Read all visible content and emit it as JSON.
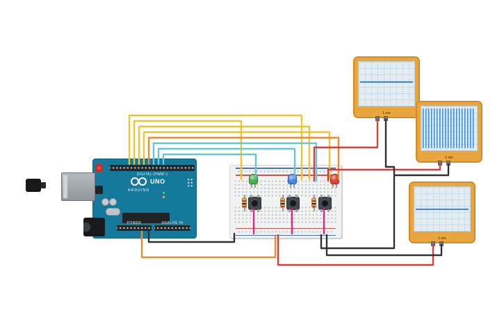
{
  "palette": {
    "board_teal": "#15799b",
    "breadboard_body": "#f1f2f2",
    "scope_body": "#e9a63f",
    "scope_screen": "#e3ecf1",
    "signal_blue": "#3f87d9",
    "wire_yellow": "#f0c330",
    "wire_orange": "#ef8b2e",
    "wire_cyan": "#66c5da",
    "wire_red": "#df3a34",
    "wire_black": "#2f3235",
    "wire_magenta": "#e0218a",
    "led_green": "#4db04e",
    "led_blue": "#4a86d8",
    "led_red": "#d9443c"
  },
  "arduino": {
    "model": "UNO",
    "brand": "ARDUINO",
    "digital_label": "DIGITAL (PWM~)",
    "power_label": "POWER",
    "analog_label": "ANALOG IN"
  },
  "scopes": [
    {
      "time_label": "1 ms",
      "waveform": "flat-line"
    },
    {
      "time_label": "1 ms",
      "waveform": "pwm-square"
    },
    {
      "time_label": "1 ms",
      "waveform": "flat-line"
    }
  ]
}
